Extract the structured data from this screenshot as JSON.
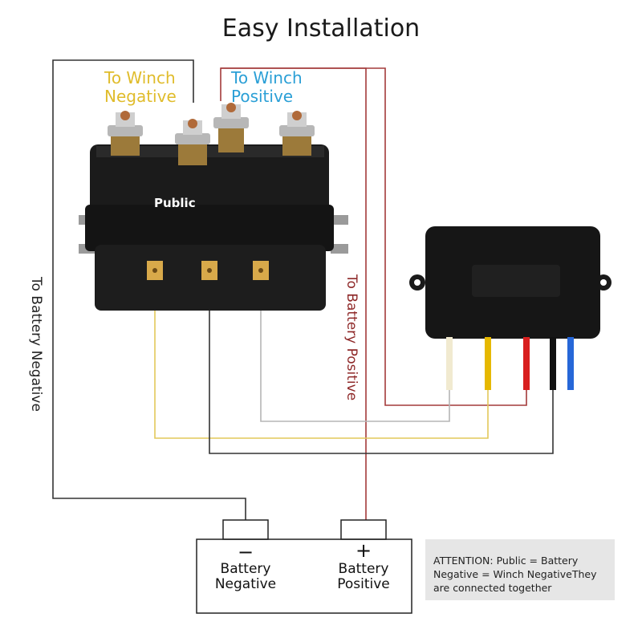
{
  "title": "Easy Installation",
  "labels": {
    "winch_negative": [
      "To Winch",
      "Negative"
    ],
    "winch_positive": [
      "To Winch",
      "Positive"
    ],
    "public": "Public",
    "battery_negative_wire": "To Battery Negative",
    "battery_positive_wire": "To Battery Positive"
  },
  "battery": {
    "negative_sign": "−",
    "positive_sign": "+",
    "negative_label": [
      "Battery",
      "Negative"
    ],
    "positive_label": [
      "Battery",
      "Positive"
    ]
  },
  "note": "ATTENTION: Public = Battery Negative = Winch NegativeThey are connected together",
  "colors": {
    "wire_black": "#333333",
    "wire_red": "#a33a3a",
    "wire_yellow": "#e2c85a",
    "wire_grey": "#b5b5b5",
    "label_yellow": "#e0bc2b",
    "label_blue": "#2a9fd6",
    "lead_white": "#f1ead0",
    "lead_yellow": "#e6b800",
    "lead_red": "#d81f1f",
    "lead_black": "#111111",
    "lead_blue": "#2667d8"
  }
}
